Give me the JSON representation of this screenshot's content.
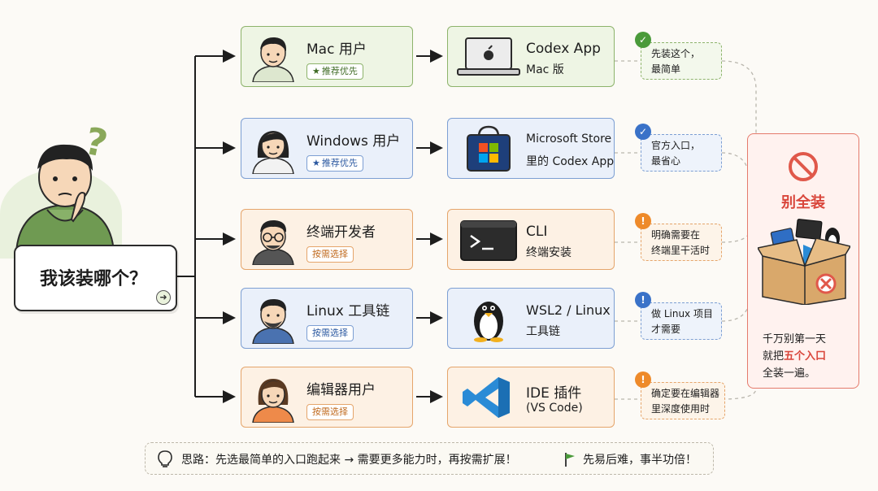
{
  "question": {
    "text": "我该装哪个？"
  },
  "rows": [
    {
      "user": "Mac 用户",
      "badge": "推荐优先",
      "app_title": "Codex App",
      "app_sub": "Mac 版",
      "note": [
        "先装这个，",
        "最简单"
      ],
      "note_icon": "check-icon"
    },
    {
      "user": "Windows 用户",
      "badge": "推荐优先",
      "app_title": "Microsoft Store",
      "app_sub": "里的 Codex App",
      "note": [
        "官方入口，",
        "最省心"
      ],
      "note_icon": "check-icon"
    },
    {
      "user": "终端开发者",
      "badge": "按需选择",
      "app_title": "CLI",
      "app_sub": "终端安装",
      "note": [
        "明确需要在",
        "终端里干活时"
      ],
      "note_icon": "exclamation-icon"
    },
    {
      "user": "Linux 工具链",
      "badge": "按需选择",
      "app_title": "WSL2 / Linux",
      "app_sub": "工具链",
      "note": [
        "做 Linux 项目",
        "才需要"
      ],
      "note_icon": "exclamation-icon"
    },
    {
      "user": "编辑器用户",
      "badge": "按需选择",
      "app_title": "IDE 插件",
      "app_sub": "(VS Code)",
      "note": [
        "确定要在编辑器",
        "里深度使用时"
      ],
      "note_icon": "exclamation-icon"
    }
  ],
  "warning": {
    "title": "别全装",
    "line1": "千万别第一天",
    "line2_pre": "就把",
    "line2_em": "五个入口",
    "line3": "全装一遍。"
  },
  "tip": {
    "text": "思路：先选最简单的入口跑起来 → 需要更多能力时，再按需扩展！",
    "text2": "先易后难，事半功倍！"
  },
  "colors": {
    "green_bg": "#eef5e4",
    "green_border": "#8db36b",
    "blue_bg": "#eaf0fa",
    "blue_border": "#7d9fd3",
    "orange_bg": "#fdf1e4",
    "orange_border": "#e5a56b",
    "red": "#d9463b"
  }
}
